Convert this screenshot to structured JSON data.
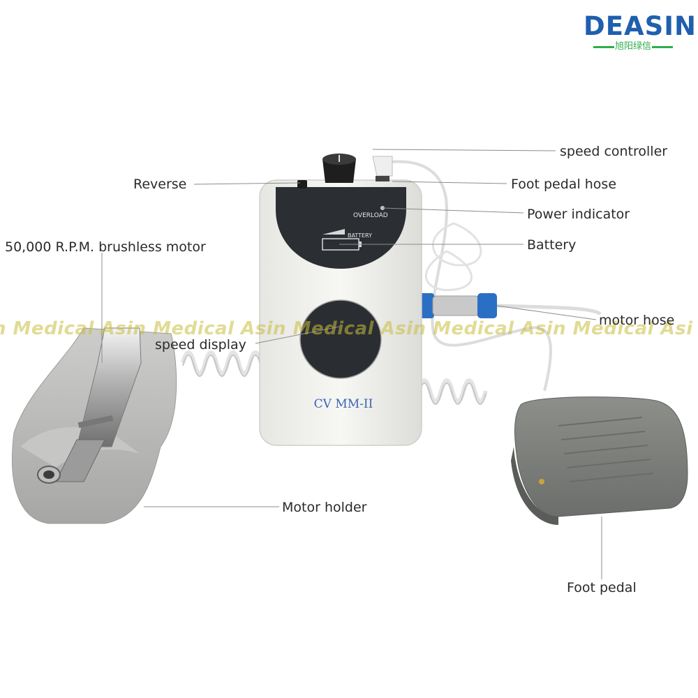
{
  "brand": {
    "name": "DEASIN",
    "subtitle": "旭阳绿信"
  },
  "watermark": "n Medical  Asin Medical  Asin Medical  Asin Medical  Asin Medical  Asi",
  "device": {
    "model": "CV MM-II",
    "overload_label": "OVERLOAD",
    "battery_label": "BATTERY"
  },
  "callouts": {
    "speed_controller": "speed controller",
    "reverse": "Reverse",
    "foot_pedal_hose": "Foot pedal hose",
    "power_indicator": "Power indicator",
    "brushless_motor": "50,000 R.P.M. brushless motor",
    "battery": "Battery",
    "motor_hose": "motor hose",
    "speed_display": "speed display",
    "motor_holder": "Motor holder",
    "foot_pedal": "Foot pedal"
  },
  "colors": {
    "brand_blue": "#1f5fae",
    "brand_green": "#2eae4a",
    "body_white": "#f2f2ee",
    "panel_dark": "#2b2f33",
    "pedal_gray": "#7d7f7c",
    "holder_gray": "#b8b8b6",
    "connector_blue": "#2a6fc4"
  }
}
